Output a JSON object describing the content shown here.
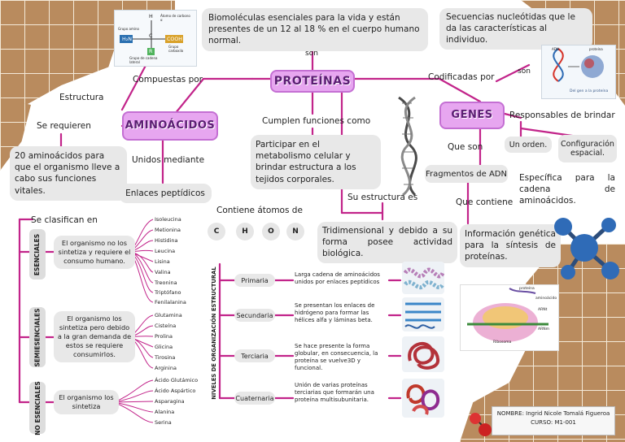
{
  "header": {
    "biomolecules": "Biomoléculas esenciales para la vida y están presentes de un 12 al 18 % en el cuerpo humano normal.",
    "son_top": "son",
    "sequences": "Secuencias nucleótidas que le da las características al individuo.",
    "son_right": "son"
  },
  "center": {
    "title": "PROTEÍNAS",
    "compuestas": "Compuestas por",
    "codificadas": "Codificadas por",
    "cumplen": "Cumplen funciones como",
    "functions": "Participar en el metabolismo celular y brindar estructura a los tejidos corporales.",
    "contiene_atomos": "Contiene átomos de",
    "atoms": [
      "C",
      "H",
      "O",
      "N"
    ],
    "estructura_es": "Su estructura es",
    "tridimensional": "Tridimensional y debido a su forma posee actividad biológica."
  },
  "aminoacids": {
    "title": "AMINOÁCIDOS",
    "estructura": "Estructura",
    "se_requieren": "Se requieren",
    "needed": "20 aminoácidos para que el organismo lleve a cabo sus funciones vitales.",
    "unidos": "Unidos mediante",
    "enlaces": "Enlaces peptídicos",
    "se_clasifican": "Se clasifican en",
    "structure_img": {
      "amino": "Grupo amino",
      "carboxilo": "Grupo carboxilo",
      "alpha": "Átomo de carbono α",
      "lateral": "Grupo de cadena lateral",
      "H": "H",
      "N": "H₂N",
      "C": "C",
      "COOH": "COOH",
      "R": "R"
    },
    "groups": [
      {
        "label": "ESENCIALES",
        "desc": "El organismo no los sintetiza y requiere el consumo humano.",
        "items": [
          "Isoleucina",
          "Metionina",
          "Histidina",
          "Leucina",
          "Lisina",
          "Valina",
          "Treonina",
          "Triptófano",
          "Fenilalanina"
        ]
      },
      {
        "label": "SEMIESENCIALES",
        "desc": "El organismo los sintetiza pero debido a la gran demanda de estos se requiere consumirlos.",
        "items": [
          "Glutamina",
          "Cisteína",
          "Prolina",
          "Glicina",
          "Tirosina",
          "Arginina"
        ]
      },
      {
        "label": "NO ESENCIALES",
        "desc": "El organismo los sintetiza",
        "items": [
          "Ácido Glutámico",
          "Ácido Aspártico",
          "Asparagina",
          "Alanina",
          "Serina"
        ]
      }
    ]
  },
  "levels": {
    "vertical_label": "NIVELES DE ORGANIZACIÓN ESTRUCTURAL",
    "rows": [
      {
        "name": "Primaria",
        "desc": "Larga cadena de aminoácidos unidos por enlaces peptídicos"
      },
      {
        "name": "Secundaria",
        "desc": "Se presentan los enlaces de hidrógeno para formar las hélices alfa y láminas beta."
      },
      {
        "name": "Terciaria",
        "desc": "Se hace presente la forma globular, en consecuencia, la proteína se vuelve3D y funcional."
      },
      {
        "name": "Cuaternaria",
        "desc": "Unión de varias proteínas terciarias que formarán una proteína multisubunitaria."
      }
    ]
  },
  "genes": {
    "title": "GENES",
    "responsables": "Responsables de brindar",
    "orden": "Un orden.",
    "configuracion": "Configuración espacial.",
    "especifica": "Específica para la cadena de aminoácidos.",
    "que_son": "Que son",
    "fragmentos": "Fragmentos de ADN",
    "que_contiene": "Que contiene",
    "informacion": "Información genética para la síntesis de proteínas.",
    "dna_img_caption": "Del gen a la proteína",
    "dna_img_labels": {
      "adn": "ADN",
      "proteina": "proteína"
    },
    "ribosome_labels": {
      "proteina": "proteína",
      "aminoacido": "aminoácido",
      "arnt": "ARNt",
      "arnm": "ARNm",
      "ribosoma": "Ribosoma"
    }
  },
  "footer": {
    "name": "NOMBRE: Ingrid Nicole Tomalá Figueroa",
    "course": "CURSO: M1-001"
  },
  "colors": {
    "accent": "#c2248a",
    "pill": "#e7a6f0",
    "box": "#e8e8e8",
    "grid_brown": "#b98b5e"
  }
}
